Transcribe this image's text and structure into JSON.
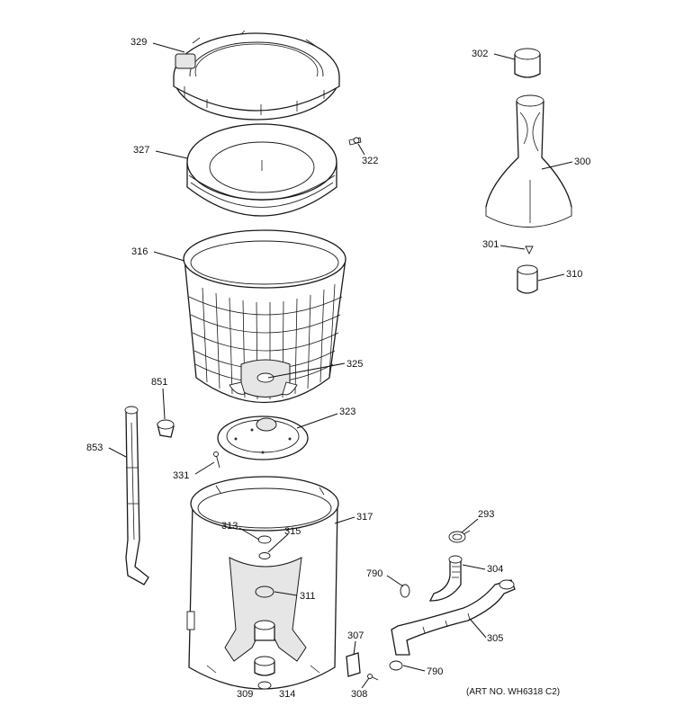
{
  "callouts": {
    "c329": "329",
    "c327": "327",
    "c322": "322",
    "c316": "316",
    "c325": "325",
    "c851": "851",
    "c853": "853",
    "c323": "323",
    "c331": "331",
    "c317": "317",
    "c313": "313",
    "c315": "315",
    "c311": "311",
    "c309": "309",
    "c314": "314",
    "c302": "302",
    "c300": "300",
    "c301": "301",
    "c310": "310",
    "c293": "293",
    "c790a": "790",
    "c304": "304",
    "c305": "305",
    "c307": "307",
    "c790b": "790",
    "c308": "308"
  },
  "art_number": "(ART NO. WH6318 C2)"
}
